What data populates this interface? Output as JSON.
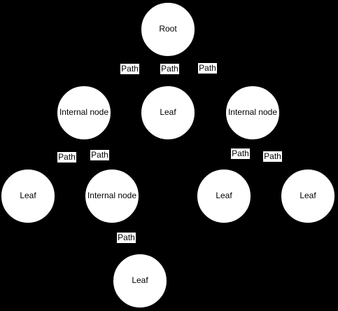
{
  "colors": {
    "background": "#000000",
    "node_fill": "#ffffff",
    "stroke": "#000000"
  },
  "nodes": {
    "root": "Root",
    "n1": "Internal node",
    "n2": "Leaf",
    "n3": "Internal node",
    "n4": "Leaf",
    "n5": "Internal node",
    "n6": "Leaf",
    "n7": "Leaf",
    "n8": "Leaf"
  },
  "edges": [
    {
      "from": "root",
      "to": "n1",
      "label": "Path"
    },
    {
      "from": "root",
      "to": "n2",
      "label": "Path"
    },
    {
      "from": "root",
      "to": "n3",
      "label": "Path"
    },
    {
      "from": "n1",
      "to": "n4",
      "label": "Path"
    },
    {
      "from": "n1",
      "to": "n5",
      "label": "Path"
    },
    {
      "from": "n3",
      "to": "n6",
      "label": "Path"
    },
    {
      "from": "n3",
      "to": "n7",
      "label": "Path"
    },
    {
      "from": "n5",
      "to": "n8",
      "label": "Path"
    }
  ]
}
